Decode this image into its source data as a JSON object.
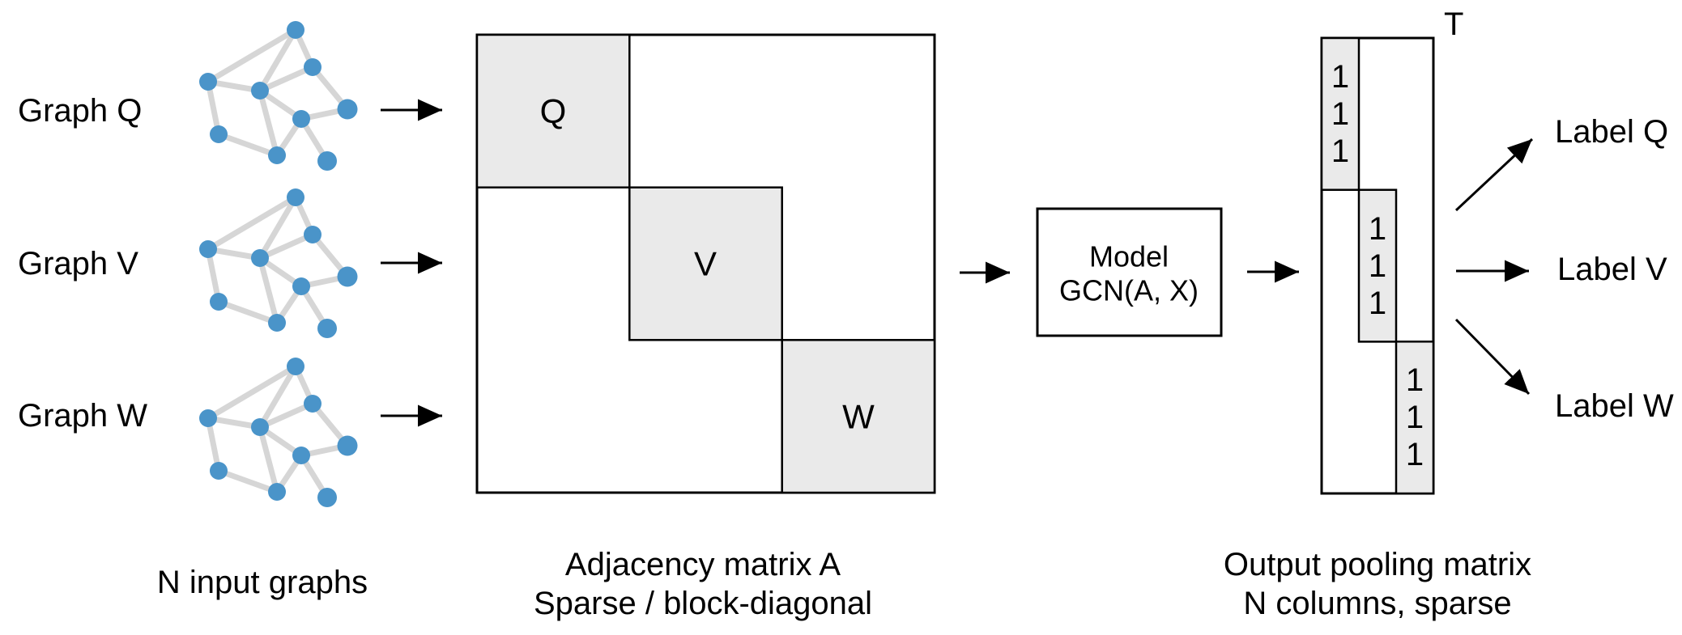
{
  "colors": {
    "background": "#ffffff",
    "node_blue": "#4a94c9",
    "edge_gray": "#d6d6d6",
    "block_gray": "#eaeaea",
    "line_black": "#000000"
  },
  "graphs": {
    "items": [
      {
        "label": "Graph Q"
      },
      {
        "label": "Graph V"
      },
      {
        "label": "Graph W"
      }
    ],
    "caption": "N input graphs"
  },
  "adjacency": {
    "blocks": [
      "Q",
      "V",
      "W"
    ],
    "caption_line1": "Adjacency matrix A",
    "caption_line2": "Sparse / block-diagonal"
  },
  "model": {
    "line1": "Model",
    "line2": "GCN(A, X)"
  },
  "pooling": {
    "transpose": "T",
    "blocks": [
      {
        "ones": [
          "1",
          "1",
          "1"
        ]
      },
      {
        "ones": [
          "1",
          "1",
          "1"
        ]
      },
      {
        "ones": [
          "1",
          "1",
          "1"
        ]
      }
    ],
    "caption_line1": "Output pooling matrix",
    "caption_line2": "N columns, sparse"
  },
  "outputs": {
    "items": [
      {
        "label": "Label Q"
      },
      {
        "label": "Label V"
      },
      {
        "label": "Label W"
      }
    ]
  }
}
